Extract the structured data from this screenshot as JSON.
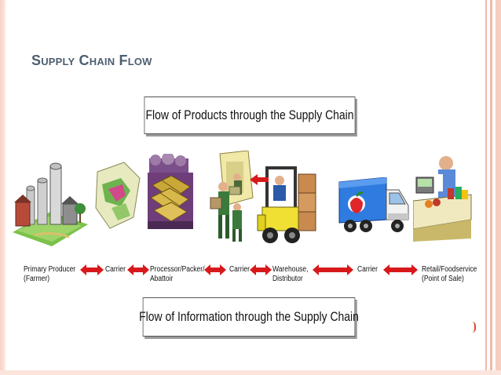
{
  "slide": {
    "title": "Supply Chain Flow"
  },
  "boxes": {
    "products": "Flow of Products through the Supply Chain",
    "information": "Flow of Information through the Supply Chain"
  },
  "stages": [
    {
      "line1": "Primary Producer",
      "line2": "(Farmer)"
    },
    {
      "line1": "Carrier",
      "line2": ""
    },
    {
      "line1": "Processor/Packer/",
      "line2": "Abattoir"
    },
    {
      "line1": "Carrier",
      "line2": ""
    },
    {
      "line1": "Warehouse,",
      "line2": "Distributor"
    },
    {
      "line1": "Carrier",
      "line2": ""
    },
    {
      "line1": "Retail/Foodservice",
      "line2": "(Point of Sale)"
    }
  ],
  "colors": {
    "title": "#4d5e6f",
    "arrow": "#d8191c",
    "border": "#f3b7a6"
  }
}
